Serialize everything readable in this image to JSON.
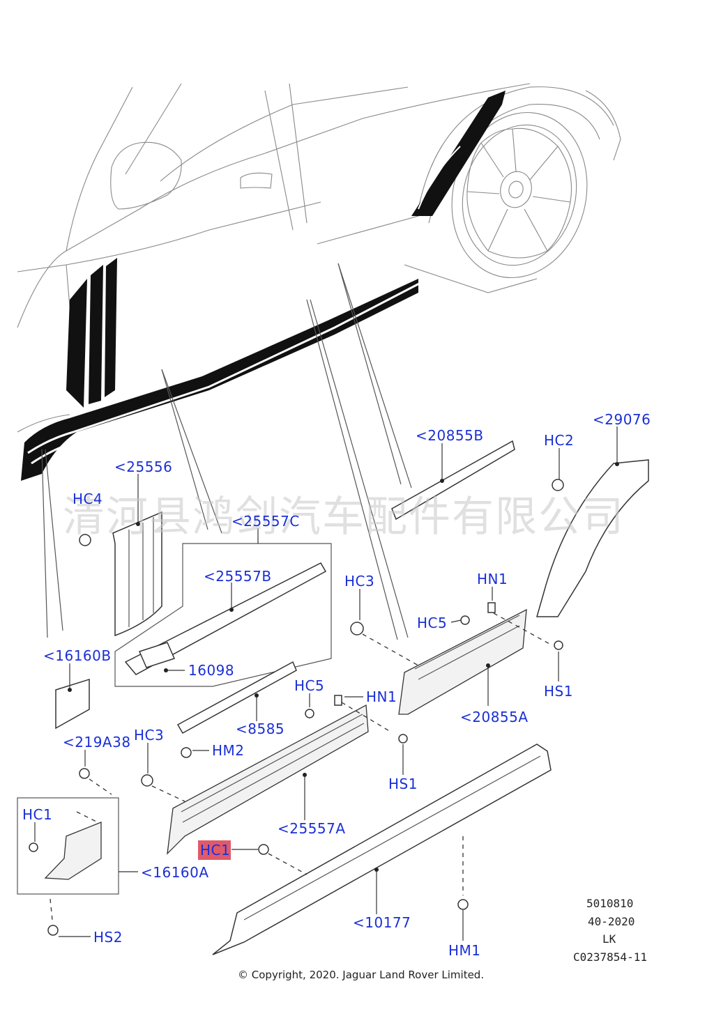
{
  "watermark": "清河县鸿剑汽车配件有限公司",
  "labels": {
    "hc4": "HC4",
    "p25556": "<25556",
    "p25557c": "<25557C",
    "p25557b": "<25557B",
    "p20855b": "<20855B",
    "hc2": "HC2",
    "p29076": "<29076",
    "p16160b": "<16160B",
    "p16098": "16098",
    "hc3_top": "HC3",
    "hn1_top": "HN1",
    "hc5_top": "HC5",
    "hs1_right": "HS1",
    "p20855a": "<20855A",
    "hc5_mid": "HC5",
    "hn1_mid": "HN1",
    "p8585": "<8585",
    "p219a38": "<219A38",
    "hc3_left": "HC3",
    "hm2": "HM2",
    "hs1_mid": "HS1",
    "hc1_box": "HC1",
    "p25557a": "<25557A",
    "hc1_highlight": "HC1",
    "p16160a": "<16160A",
    "p10177": "<10177",
    "hs2": "HS2",
    "hm1": "HM1"
  },
  "highlight_color": "#e05a6a",
  "label_color": "#1a2fd6",
  "meta": {
    "line1": "5010810",
    "line2": "40-2020",
    "line3": "LK",
    "line4": "C0237854-11"
  },
  "copyright": "© Copyright, 2020. Jaguar Land Rover Limited."
}
